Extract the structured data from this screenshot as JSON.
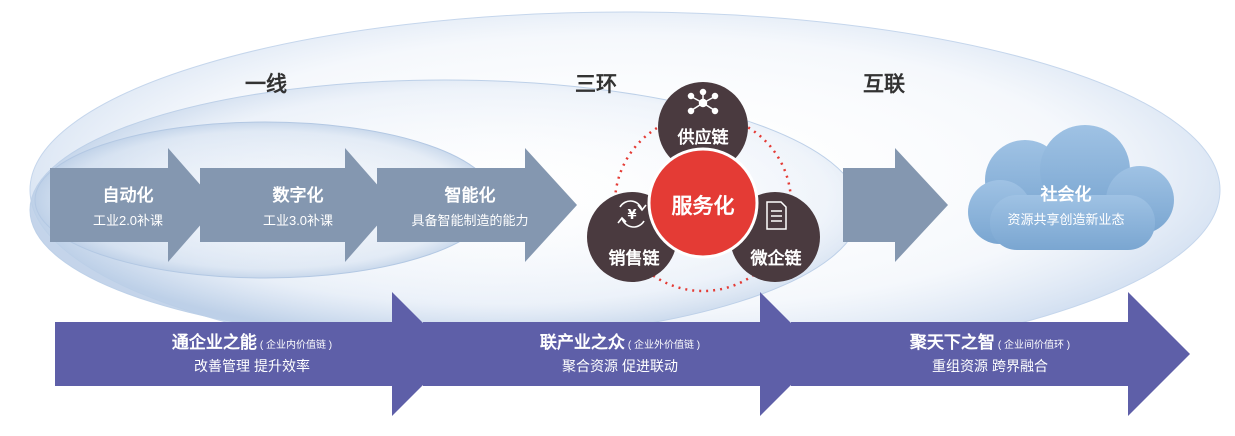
{
  "headers": {
    "line": "一线",
    "rings": "三环",
    "connect": "互联"
  },
  "stages": [
    {
      "title": "自动化",
      "subtitle": "工业2.0补课"
    },
    {
      "title": "数字化",
      "subtitle": "工业3.0补课"
    },
    {
      "title": "智能化",
      "subtitle": "具备智能制造的能力"
    }
  ],
  "center": {
    "core": "服务化",
    "top": "供应链",
    "left": "销售链",
    "right": "微企链"
  },
  "cloud": {
    "title": "社会化",
    "subtitle": "资源共享创造新业态"
  },
  "bottom": [
    {
      "title": "通企业之能",
      "note": "( 企业内价值链 )",
      "subtitle": "改善管理 提升效率"
    },
    {
      "title": "联产业之众",
      "note": "( 企业外价值链 )",
      "subtitle": "聚合资源 促进联动"
    },
    {
      "title": "聚天下之智",
      "note": "( 企业间价值环 )",
      "subtitle": "重组资源 跨界融合"
    }
  ],
  "colors": {
    "stage_arrow": "#8497b0",
    "bottom_arrow": "#5e5fa8",
    "core_circle": "#e43b35",
    "dark_circle": "#4a3a3f",
    "cloud": "#8db3d8"
  },
  "icons": [
    "network-icon",
    "yen-refresh-icon",
    "document-icon",
    "cloud-icon"
  ]
}
